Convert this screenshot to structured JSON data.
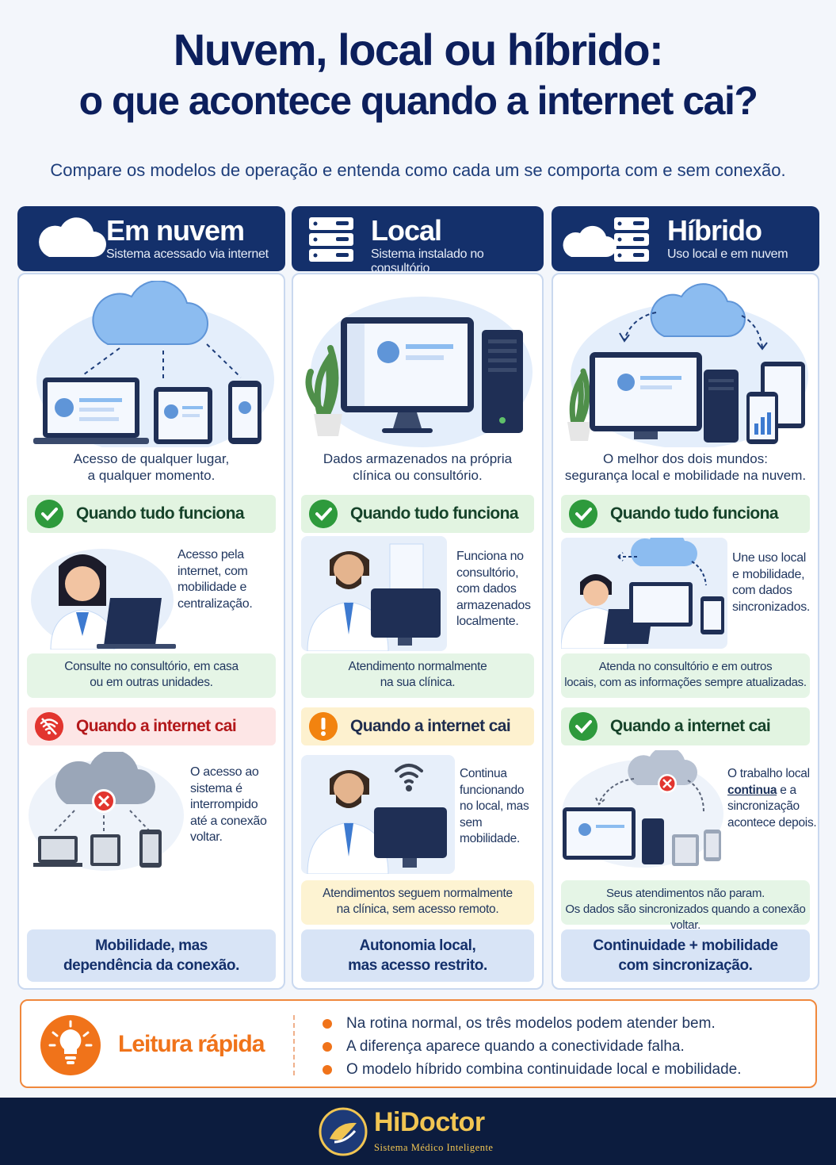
{
  "header": {
    "title_line1": "Nuvem, local ou híbrido:",
    "title_line2": "o que acontece quando a internet cai?",
    "subtitle": "Compare os modelos de operação e entenda como cada um se comporta com e sem conexão."
  },
  "columns": [
    {
      "title": "Em nuvem",
      "subtitle": "Sistema acessado via internet",
      "header_icon": "cloud-icon",
      "description": "Acesso de qualquer lugar,\na qualquer momento.",
      "working": {
        "label": "Quando tudo funciona",
        "text": "Acesso pela\ninternet, com\nmobilidade e\ncentralização.",
        "note": "Consulte no consultório, em casa\nou em outras unidades."
      },
      "offline": {
        "label": "Quando a internet cai",
        "status": "bad",
        "text": "O acesso ao\nsistema é\ninterrompido\naté a conexão\nvoltar.",
        "note": ""
      },
      "summary": "Mobilidade, mas\ndependência da conexão."
    },
    {
      "title": "Local",
      "subtitle": "Sistema instalado no consultório",
      "header_icon": "server-icon",
      "description": "Dados armazenados na própria\nclínica ou consultório.",
      "working": {
        "label": "Quando tudo funciona",
        "text": "Funciona no\nconsultório,\ncom dados\narmazenados\nlocalmente.",
        "note": "Atendimento normalmente\nna sua clínica."
      },
      "offline": {
        "label": "Quando a internet cai",
        "status": "warn",
        "text": "Continua\nfuncionando\nno local, mas\nsem mobilidade.",
        "note": "Atendimentos seguem normalmente\nna clínica, sem acesso remoto."
      },
      "summary": "Autonomia local,\nmas acesso restrito."
    },
    {
      "title": "Híbrido",
      "subtitle": "Uso local e em nuvem",
      "header_icon": "cloud-server-icon",
      "description": "O melhor dos dois mundos:\nsegurança local e mobilidade na nuvem.",
      "working": {
        "label": "Quando tudo funciona",
        "text": "Une uso local\ne mobilidade,\ncom dados\nsincronizados.",
        "note": "Atenda no consultório e em outros\nlocais, com as informações sempre atualizadas."
      },
      "offline": {
        "label": "Quando a internet cai",
        "status": "ok",
        "text_before": "O trabalho local\n",
        "text_emph": "continua",
        "text_after": " e a\nsincronização\nacontece depois.",
        "note": "Seus atendimentos não param.\nOs dados são sincronizados quando a conexão voltar."
      },
      "summary": "Continuidade + mobilidade\ncom sincronização."
    }
  ],
  "quick_read": {
    "title": "Leitura rápida",
    "items": [
      "Na rotina normal, os três modelos podem atender bem.",
      "A diferença aparece quando a conectividade falha.",
      "O modelo híbrido combina continuidade local e mobilidade."
    ]
  },
  "footer": {
    "brand": "HiDoctor",
    "tagline": "Sistema Médico Inteligente"
  },
  "colors": {
    "navy": "#14306b",
    "ok": "#2e9a3c",
    "bad": "#e2352f",
    "warn": "#f2830f",
    "accent": "#f0731a",
    "gold": "#f1c552"
  }
}
